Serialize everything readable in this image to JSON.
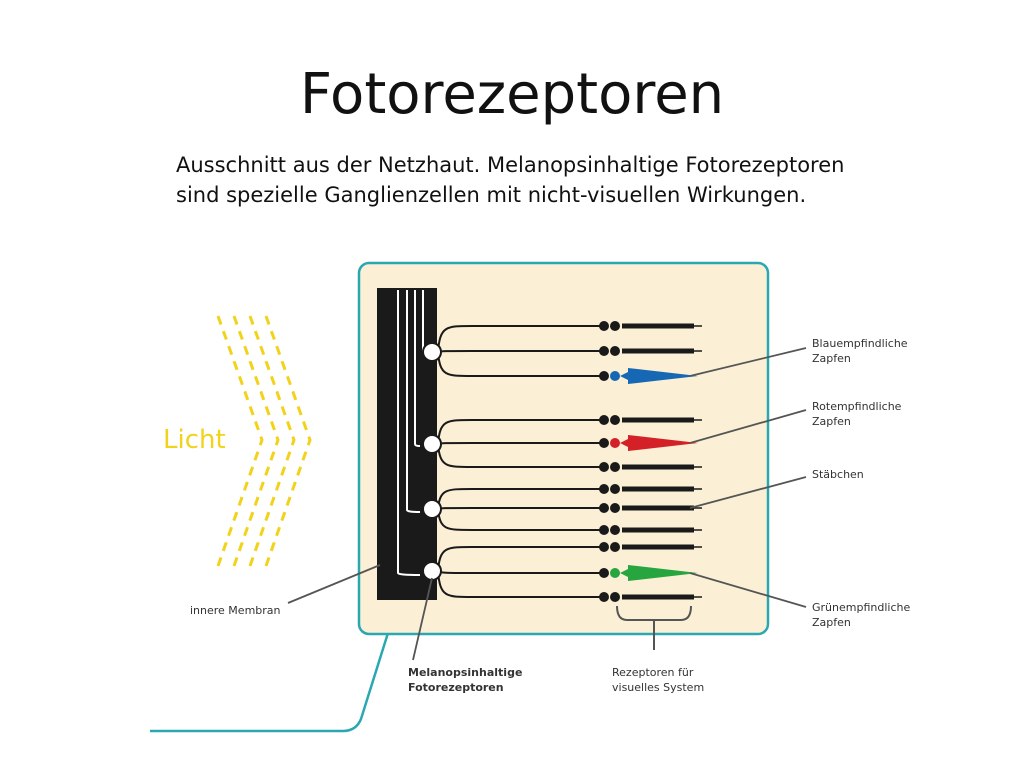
{
  "slide": {
    "title": "Fotorezeptoren",
    "subtitle_line1": "Ausschnitt aus der Netzhaut. Melanopsinhaltige Fotorezeptoren",
    "subtitle_line2": "sind spezielle Ganglienzellen mit nicht-visuellen Wirkungen."
  },
  "diagram": {
    "light_label": "Licht",
    "labels": {
      "blue_cones": [
        "Blauempfindliche",
        "Zapfen"
      ],
      "red_cones": [
        "Rotempfindliche",
        "Zapfen"
      ],
      "rods": [
        "Stäbchen"
      ],
      "green_cones": [
        "Grünempfindliche",
        "Zapfen"
      ],
      "inner_membrane": [
        "innere Membran"
      ],
      "melanopsin": [
        "Melanopsinhaltige",
        "Fotorezeptoren"
      ],
      "visual_receptors": [
        "Rezeptoren für",
        "visuelles System"
      ]
    },
    "colors": {
      "panel_fill": "#fbf0d5",
      "panel_border": "#2aa8b2",
      "light": "#f2d21b",
      "blue_cone": "#1768b4",
      "red_cone": "#d42128",
      "green_cone": "#27a53f",
      "leader": "#555555"
    }
  }
}
